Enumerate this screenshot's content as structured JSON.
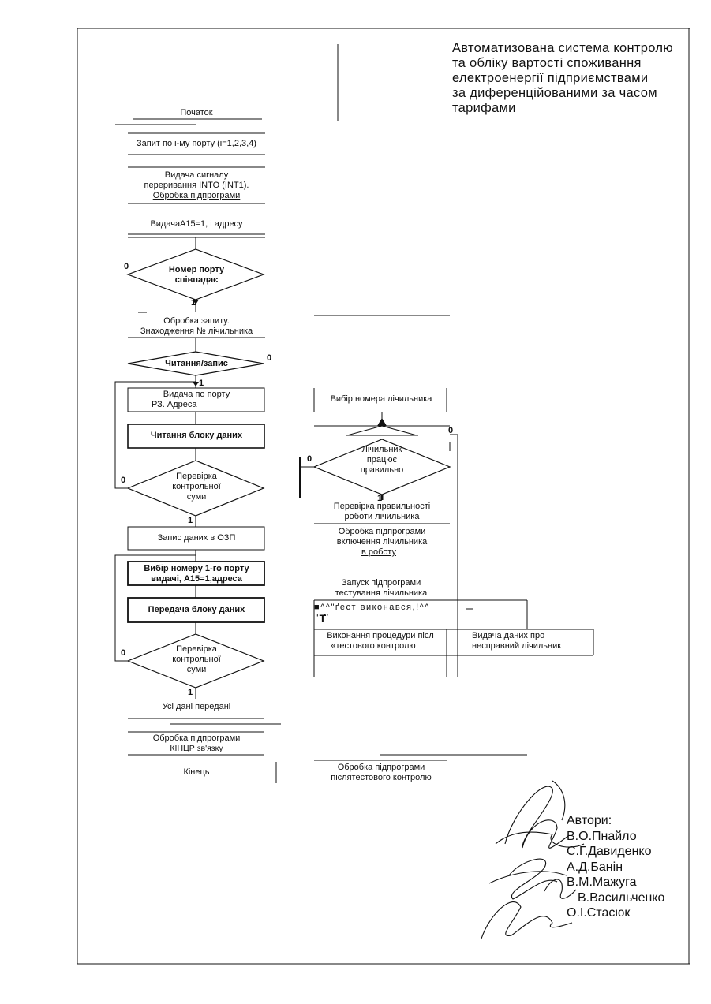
{
  "header": {
    "title_lines": [
      "Автоматизована система контролю",
      "та обліку вартості споживання",
      "електроенергії підприємствами",
      "за диференційованими за часом",
      "тарифами"
    ]
  },
  "flowchart": {
    "start": "Початок",
    "port_query": "Запит по і-му порту (і=1,2,3,4)",
    "interrupt_lines": [
      "Видача сигналу",
      "переривання INTO (INT1).",
      "Обробка підпрограми"
    ],
    "addr_output": "ВидачаА15=1, і адресу",
    "decision_port_lines": [
      "Номер порту",
      "співпадає"
    ],
    "request_lines": [
      "Обробка запиту.",
      "Знаходження № лічильника"
    ],
    "decision_rw": "Читання/запис",
    "p3_lines": [
      "Видача по порту",
      "РЗ. Адреса"
    ],
    "read_block": "Читання блоку даних",
    "checksum1_lines": [
      "Перевірка",
      "контрольної",
      "суми"
    ],
    "write_ram": "Запис даних в ОЗП",
    "select_port_lines": [
      "Вибір номеру 1-го порту",
      "видачі, А15=1,адреса"
    ],
    "send_block": "Передача блоку даних",
    "checksum2_lines": [
      "Перевірка",
      "контрольної",
      "суми"
    ],
    "all_sent": "Усі дані передані",
    "end_sub_lines": [
      "Обробка підпрограми",
      "КІНЦР зв'язку"
    ],
    "end": "Кінець",
    "label_zero": "0",
    "label_one": "1",
    "meter_select": "Вибір номера лічильника",
    "decision_meter_lines": [
      "Лічильник",
      "працює",
      "правильно"
    ],
    "meter_check_lines": [
      "Перевірка правильності",
      "роботи лічильника"
    ],
    "meter_enable_lines": [
      "Обробка   підпрограми",
      "включення   лічильника",
      "в роботу"
    ],
    "test_start_lines": [
      "Запуск підпрограми",
      "тестування лічильника"
    ],
    "test_done": "■^^\"ґест виконався,!^^",
    "test_done_glyph": "ˈΤ̈",
    "post_test_proc_lines": [
      "Виконання процедури післ",
      "«тестового контролю"
    ],
    "faulty_meter_lines": [
      "Видача даних про",
      "несправний лічильник"
    ],
    "post_test_sub_lines": [
      "Обробка підпрограми",
      "післятестового контролю"
    ]
  },
  "authors": {
    "heading": "Автори:",
    "names": [
      "В.О.Пнайло",
      "С.Г.Давиденко",
      "А.Д.Банін",
      "В.М.Мажуга",
      "В.Васильченко",
      "О.І.Стасюк"
    ]
  }
}
